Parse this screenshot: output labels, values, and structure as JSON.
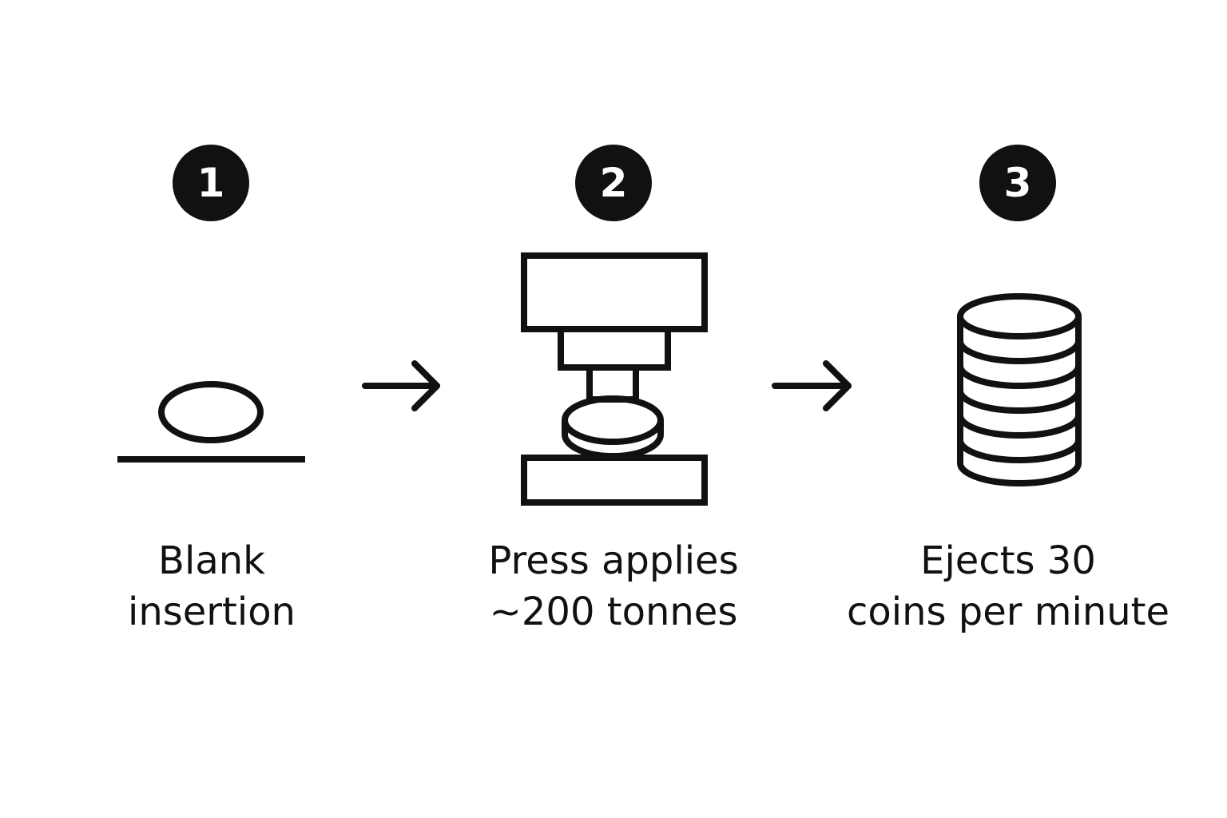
{
  "steps": [
    {
      "number": "1",
      "icon": "coin-blank-on-surface-icon",
      "label_lines": [
        "Blank",
        "insertion"
      ]
    },
    {
      "number": "2",
      "icon": "coin-press-icon",
      "label_lines": [
        "Press applies",
        "~200 tonnes"
      ]
    },
    {
      "number": "3",
      "icon": "coin-stack-icon",
      "label_lines": [
        "Ejects 30",
        "coins per minute"
      ]
    }
  ],
  "connectors": [
    "right-arrow-icon",
    "right-arrow-icon"
  ],
  "colors": {
    "ink": "#111111",
    "background": "#ffffff",
    "badge_text": "#ffffff"
  }
}
